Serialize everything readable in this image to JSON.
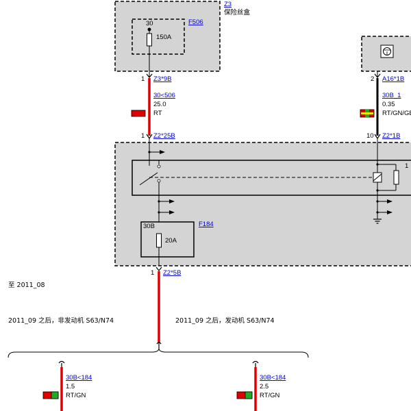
{
  "components": {
    "z3": {
      "id": "Z3",
      "name": "保险丝盒"
    },
    "f506": {
      "id": "F506",
      "pin": "30",
      "rating": "150A"
    },
    "a16": {
      "id": "A16*1B",
      "pin": "2"
    },
    "z2": {
      "pin_top_left": "1",
      "conn_top_left": "Z2*25B",
      "pin_top_right": "10",
      "conn_top_right": "Z2*1B",
      "relay_pin": "1",
      "pin_bottom": "1",
      "conn_bottom": "Z2*5B"
    },
    "f184": {
      "id": "F184",
      "pin": "30B",
      "rating": "20A"
    }
  },
  "z3_out": {
    "pin": "1",
    "conn": "Z3*9B"
  },
  "wires": {
    "w1": {
      "signal": "30<506",
      "gauge": "25.0",
      "color": "RT",
      "color_hex": [
        "#e00000"
      ]
    },
    "w2": {
      "signal": "30B_1",
      "gauge": "0.35",
      "color": "RT/GN/GE",
      "color_hex": [
        "#e00000",
        "#22aa22",
        "#e8e800"
      ]
    },
    "w3": {
      "signal": "30B<184",
      "gauge": "1.5",
      "color": "RT/GN",
      "color_hex": [
        "#e00000",
        "#22aa22"
      ]
    },
    "w4": {
      "signal": "30B<184",
      "gauge": "2.5",
      "color": "RT/GN",
      "color_hex": [
        "#e00000",
        "#22aa22"
      ]
    }
  },
  "notes": {
    "until": "至 2011_08",
    "variant_left": "2011_09 之后，非发动机 S63/N74",
    "variant_right": "2011_09 之后，发动机 S63/N74"
  },
  "colors": {
    "red": "#e00000",
    "green": "#22aa22",
    "yellow": "#e8e800",
    "box_fill": "#d4d4d4",
    "link": "#0000cc"
  }
}
